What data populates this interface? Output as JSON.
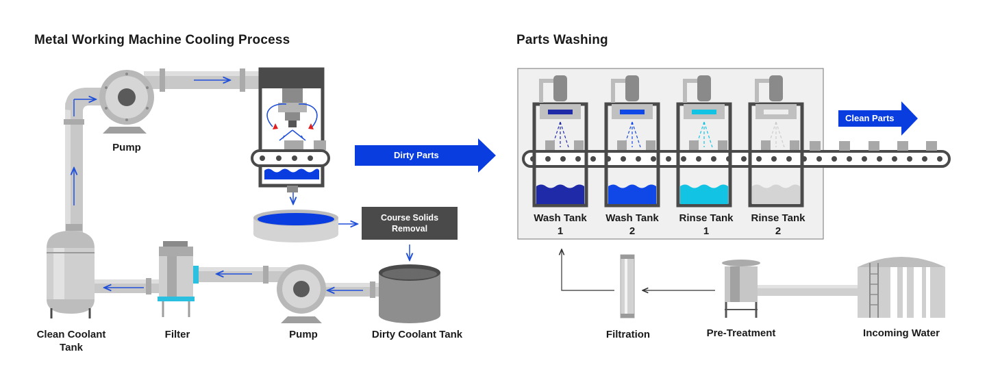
{
  "titles": {
    "left": "Metal Working Machine Cooling Process",
    "right": "Parts Washing"
  },
  "labels": {
    "pump_top": "Pump",
    "clean_coolant_tank": "Clean Coolant\nTank",
    "filter": "Filter",
    "pump_bottom": "Pump",
    "dirty_coolant_tank": "Dirty Coolant Tank",
    "course_solids_removal": "Course Solids\nRemoval",
    "dirty_parts": "Dirty Parts",
    "clean_parts": "Clean Parts",
    "wash_tank_1": "Wash Tank\n1",
    "wash_tank_2": "Wash Tank\n2",
    "rinse_tank_1": "Rinse Tank\n1",
    "rinse_tank_2": "Rinse Tank\n2",
    "filtration": "Filtration",
    "pre_treatment": "Pre-Treatment",
    "incoming_water": "Incoming Water"
  },
  "colors": {
    "accent_blue": "#0a3de0",
    "flow_arrow": "#1f4fd8",
    "dark_gray": "#4a4a4a",
    "pipe_gray": "#c8c8c8",
    "wash1_liquid": "#1e2aa8",
    "wash2_liquid": "#1048e8",
    "rinse1_liquid": "#12c3e3",
    "rinse2_liquid": "#d4d4d4",
    "panel_bg": "#f0f0f0"
  }
}
